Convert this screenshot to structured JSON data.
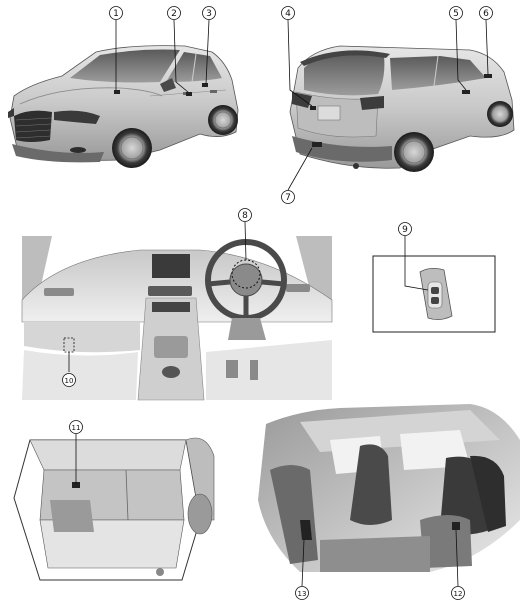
{
  "callouts": [
    {
      "id": "1",
      "label": "①"
    },
    {
      "id": "2",
      "label": "②"
    },
    {
      "id": "3",
      "label": "③"
    },
    {
      "id": "4",
      "label": "④"
    },
    {
      "id": "5",
      "label": "⑤"
    },
    {
      "id": "6",
      "label": "⑥"
    },
    {
      "id": "7",
      "label": "⑦"
    },
    {
      "id": "8",
      "label": "⑧"
    },
    {
      "id": "9",
      "label": "⑨"
    },
    {
      "id": "10",
      "label": "⑩"
    },
    {
      "id": "11",
      "label": "⑪"
    },
    {
      "id": "12",
      "label": "⑫"
    },
    {
      "id": "13",
      "label": "⑬"
    }
  ]
}
